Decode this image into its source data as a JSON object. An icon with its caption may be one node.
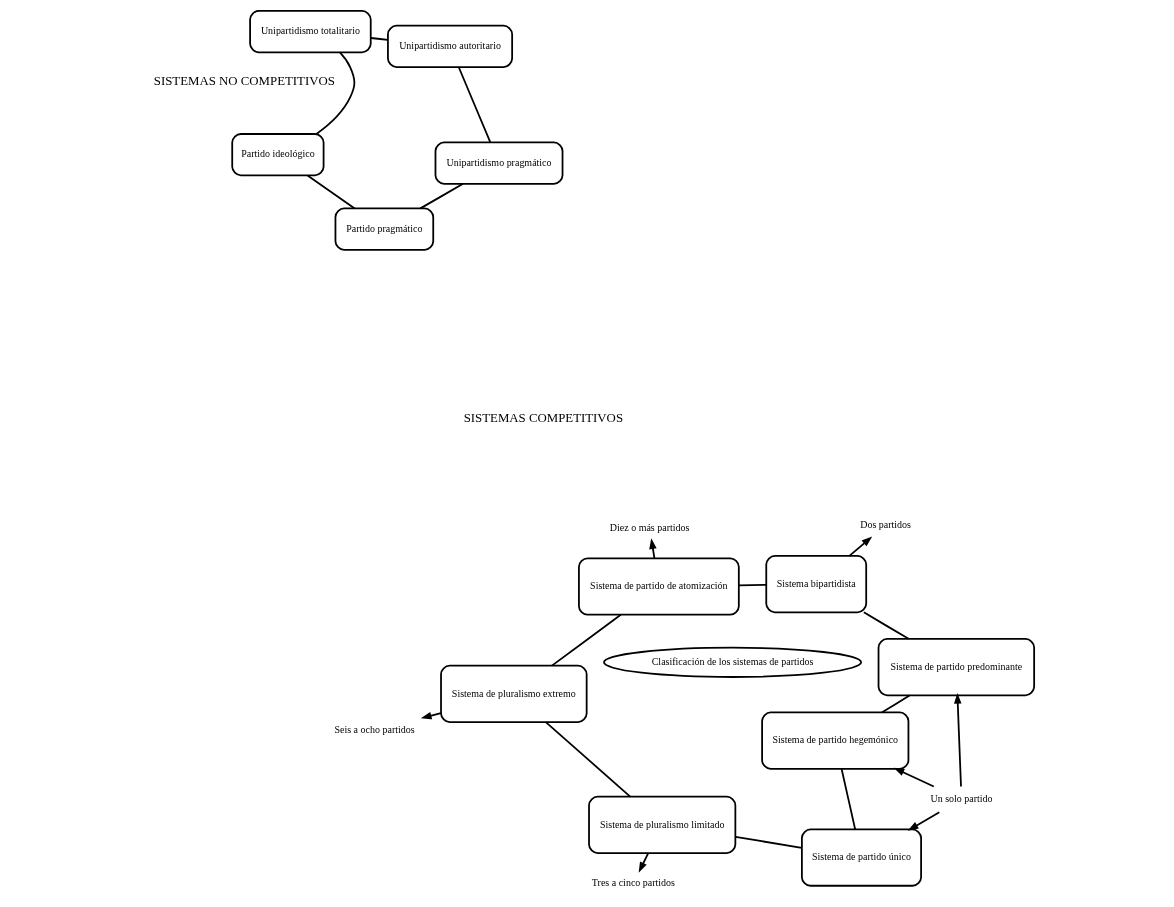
{
  "diagram": {
    "nodes": [
      {
        "text": [
          "Partido pragmático"
        ]
      },
      {
        "text": [
          "Partido ideológico"
        ]
      },
      {
        "text": [
          "Unipartidismo totalitario"
        ]
      },
      {
        "text": [
          "Unipartidismo autoritario"
        ]
      },
      {
        "text": [
          "Unipartidismo pragmático"
        ]
      },
      {
        "text": [
          "Sistema de partido hegemónico"
        ]
      },
      {
        "text": [
          "Un solo partido"
        ]
      },
      {
        "text": [
          "Sistema de partido único"
        ]
      },
      {
        "text": [
          "Sistema de partido predominante"
        ]
      },
      {
        "text": [
          "Clasificación de los sistemas de partidos"
        ]
      },
      {
        "text": [
          "Tres a cinco partidos"
        ]
      },
      {
        "text": [
          "Sistema de pluralismo limitado"
        ]
      },
      {
        "text": [
          "Dos partidos"
        ]
      },
      {
        "text": [
          "Sistema bipartidista"
        ]
      },
      {
        "text": [
          "Diez o más partidos"
        ]
      },
      {
        "text": [
          "Seis a ocho partidos"
        ]
      },
      {
        "text": [
          "Sistema de pluralismo extremo"
        ]
      },
      {
        "text": [
          "Sistema de partido de atomización"
        ]
      }
    ],
    "edges": [
      {
        "from": 6,
        "to": 5,
        "arrow": "to"
      },
      {
        "from": 6,
        "to": 7,
        "arrow": "to"
      },
      {
        "from": 6,
        "to": 8,
        "arrow": "to"
      },
      {
        "from": 11,
        "to": 10,
        "arrow": "to"
      },
      {
        "from": 13,
        "to": 12,
        "arrow": "to"
      },
      {
        "from": 17,
        "to": 14,
        "arrow": "to"
      },
      {
        "from": 16,
        "to": 15,
        "arrow": "to"
      },
      {
        "from": 0,
        "to": 1,
        "arrow": "none"
      },
      {
        "from": 1,
        "to": 2,
        "arrow": "none"
      },
      {
        "from": 2,
        "to": 3,
        "arrow": "none"
      },
      {
        "from": 3,
        "to": 4,
        "arrow": "none"
      },
      {
        "from": 4,
        "to": 0,
        "arrow": "none"
      },
      {
        "from": 5,
        "to": 7,
        "arrow": "none"
      },
      {
        "from": 7,
        "to": 11,
        "arrow": "none"
      },
      {
        "from": 11,
        "to": 16,
        "arrow": "none"
      },
      {
        "from": 16,
        "to": 17,
        "arrow": "none"
      },
      {
        "from": 17,
        "to": 13,
        "arrow": "none"
      },
      {
        "from": 13,
        "to": 8,
        "arrow": "none"
      },
      {
        "from": 8,
        "to": 5,
        "arrow": "none"
      }
    ],
    "labels": [
      "SISTEMAS NO COMPETITIVOS",
      "SISTEMAS COMPETITIVOS"
    ]
  }
}
